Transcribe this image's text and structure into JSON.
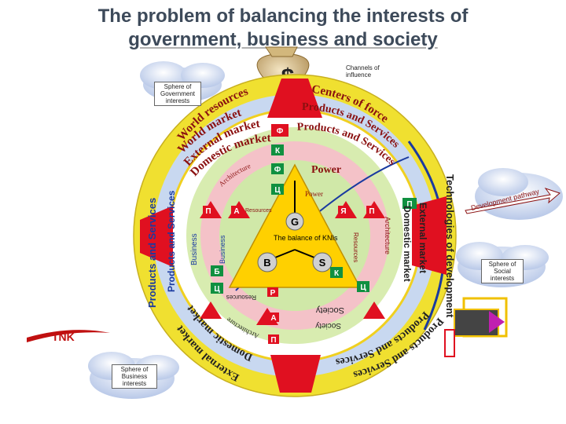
{
  "title": {
    "line1": "The problem of balancing the interests of",
    "line2": "government, business and society"
  },
  "labels": {
    "channels": "Channels of influence",
    "sphere_government": "Sphere of Government interests",
    "sphere_social": "Sphere of Social interests",
    "sphere_business": "Sphere of Business interests",
    "development_pathway": "Development pathway",
    "tnk": "TNK",
    "currency": "$",
    "balance_center": "The balance of KNIs"
  },
  "corners": {
    "g": "G",
    "b": "B",
    "s": "S"
  },
  "ring_text": {
    "world_resources": "World resources",
    "world_market": "World market",
    "external_market": "External market",
    "domestic_market": "Domestic market",
    "architecture": "Architecture",
    "resources": "Resources",
    "centers_of_force": "Centers of force",
    "products_services_1": "Products and Services",
    "products_services_2": "Products and Services",
    "power": "Power",
    "power_inner": "Power",
    "products_services_left": "Products and Services",
    "products_services_left2": "Products and Services",
    "business_left": "Business",
    "business_left2": "Business",
    "technologies": "Technologies of development",
    "external_market_right": "External market",
    "domestic_market_right": "Domestic market",
    "architecture_right": "Architecture",
    "resources_right": "Resources",
    "society": "Society",
    "society_inner": "Society",
    "products_services_bottom1": "Products and Services",
    "products_services_bottom2": "Products and Services",
    "external_market_bottom": "External market",
    "domestic_market_bottom": "Domestic market",
    "architecture_bottom": "Architecture",
    "resources_bottom": "Resources"
  },
  "letters": {
    "f": "Ф",
    "k": "К",
    "ts": "Ц",
    "p": "П",
    "a": "А",
    "r": "Я",
    "b": "Б",
    "r2": "Р"
  },
  "colors": {
    "title": "#3d4a5a",
    "outer_ring": "#f0e030",
    "ring2": "#c8d8f0",
    "ring3": "#ffffff",
    "ring4": "#d8ecb0",
    "ring5": "#f4c2c8",
    "inner": "#d0e8a8",
    "triangle": "#ffd000",
    "red_sector": "#e01020",
    "green_badge": "#109040",
    "blue_arc": "#1a3aa0"
  }
}
